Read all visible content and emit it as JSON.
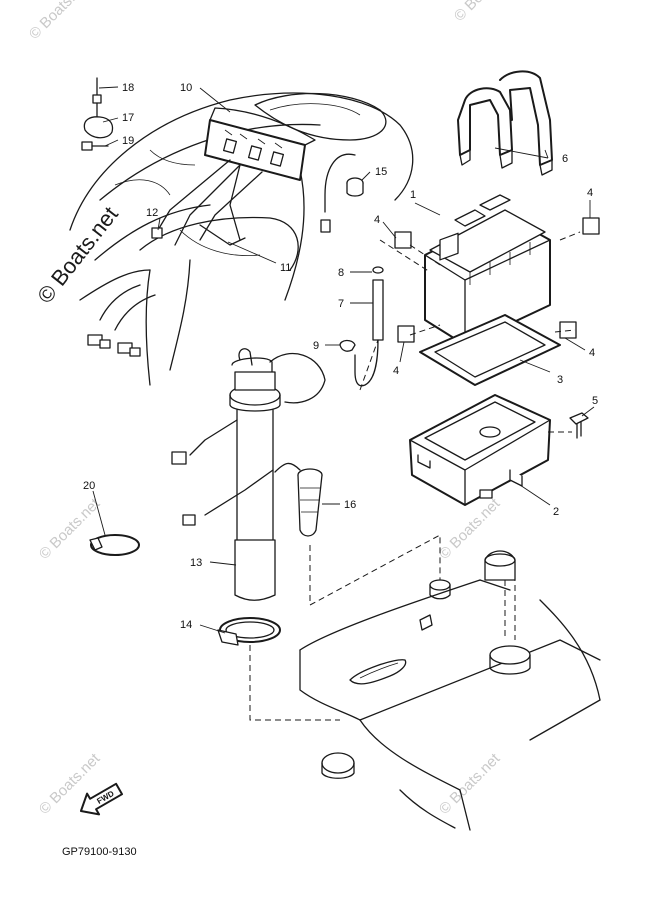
{
  "diagram_code": "GP79100-9130",
  "watermark": {
    "main": "© Boats.net",
    "faint": "© Boats.net"
  },
  "fwd_label": "FWD",
  "callouts": {
    "c1": "1",
    "c2": "2",
    "c3": "3",
    "c4a": "4",
    "c4b": "4",
    "c4c": "4",
    "c4d": "4",
    "c5": "5",
    "c6": "6",
    "c7": "7",
    "c8": "8",
    "c9": "9",
    "c10": "10",
    "c11": "11",
    "c12": "12",
    "c13": "13",
    "c14": "14",
    "c15": "15",
    "c16": "16",
    "c17": "17",
    "c18": "18",
    "c19": "19",
    "c20": "20"
  }
}
